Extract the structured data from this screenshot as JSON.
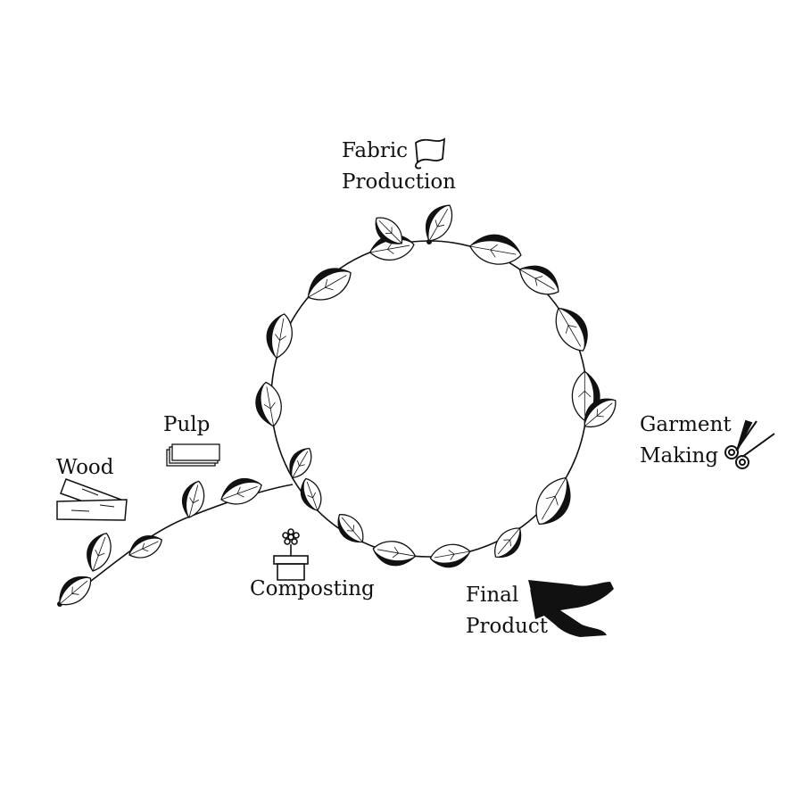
{
  "stages": {
    "fabric": {
      "line1": "Fabric",
      "line2": "Production"
    },
    "garment": {
      "line1": "Garment",
      "line2": "Making"
    },
    "final": {
      "line1": "Final",
      "line2": "Product"
    },
    "composting": {
      "label": "Composting"
    },
    "pulp": {
      "label": "Pulp"
    },
    "wood": {
      "label": "Wood"
    }
  },
  "colors": {
    "ink": "#111111",
    "background": "#ffffff"
  },
  "icons": [
    "fabric-roll-icon",
    "scissors-icon",
    "legs-icon",
    "flower-pot-icon",
    "pulp-sheets-icon",
    "wood-planks-icon"
  ]
}
